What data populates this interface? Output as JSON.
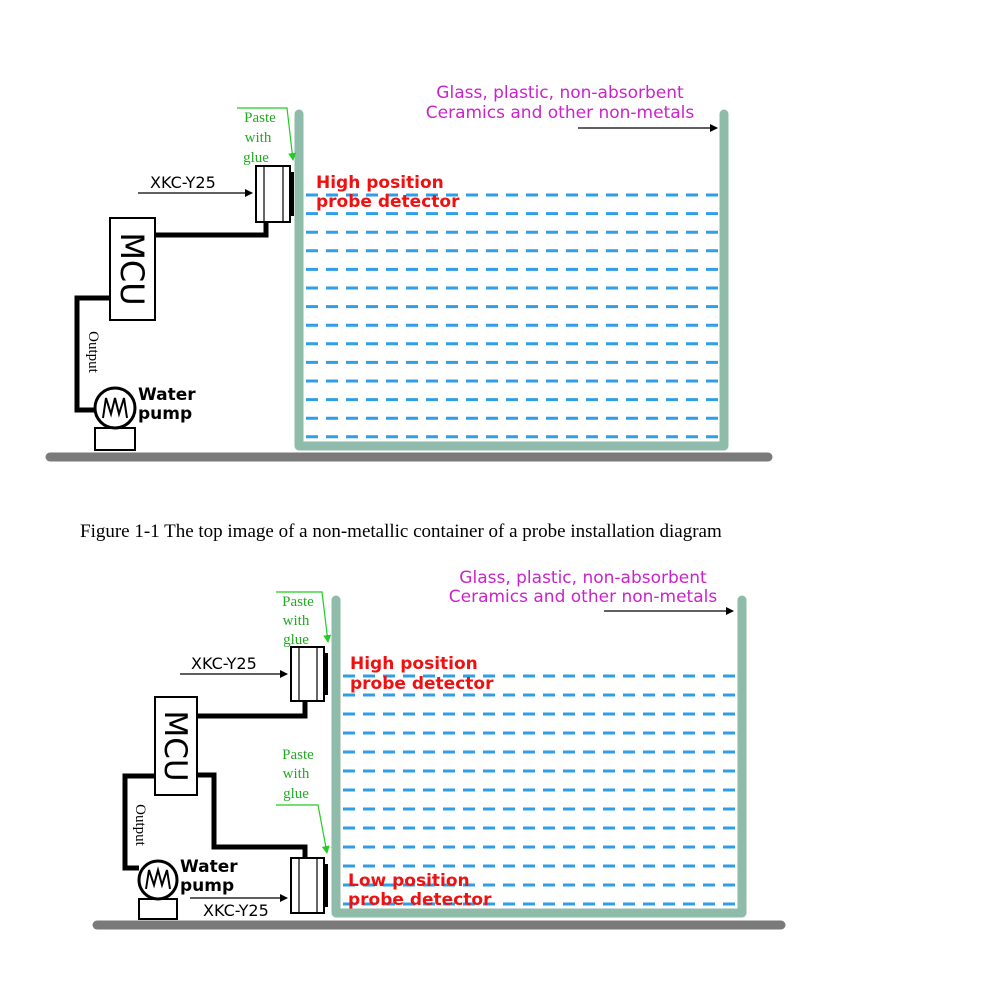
{
  "colors": {
    "container_wall": "#8fbbaa",
    "water": "#2f9ee6",
    "ground": "#7a7a7a",
    "material_label": "#cc22cc",
    "probe_label": "#ee1111",
    "glue_label": "#22aa22",
    "glue_arrow": "#22cc22",
    "wire": "#000000"
  },
  "diagram_top": {
    "material_line1": "Glass, plastic, non-absorbent",
    "material_line2": "Ceramics and other non-metals",
    "glue_line1": "Paste",
    "glue_line2": "with",
    "glue_line3": "glue",
    "sensor_model": "XKC-Y25",
    "probe_line1": "High position",
    "probe_line2": "probe detector",
    "mcu_label": "MCU",
    "output_label": "Output",
    "pump_line1": "Water",
    "pump_line2": "pump"
  },
  "caption": "Figure 1-1 The top image of a non-metallic container of a probe installation diagram",
  "diagram_bottom": {
    "material_line1": "Glass, plastic, non-absorbent",
    "material_line2": "Ceramics and other non-metals",
    "glue_high_line1": "Paste",
    "glue_high_line2": "with",
    "glue_high_line3": "glue",
    "glue_low_line1": "Paste",
    "glue_low_line2": "with",
    "glue_low_line3": "glue",
    "sensor_model_high": "XKC-Y25",
    "sensor_model_low": "XKC-Y25",
    "probe_high_line1": "High position",
    "probe_high_line2": "probe detector",
    "probe_low_line1": "Low position",
    "probe_low_line2": "probe detector",
    "mcu_label": "MCU",
    "output_label": "Output",
    "pump_line1": "Water",
    "pump_line2": "pump"
  }
}
